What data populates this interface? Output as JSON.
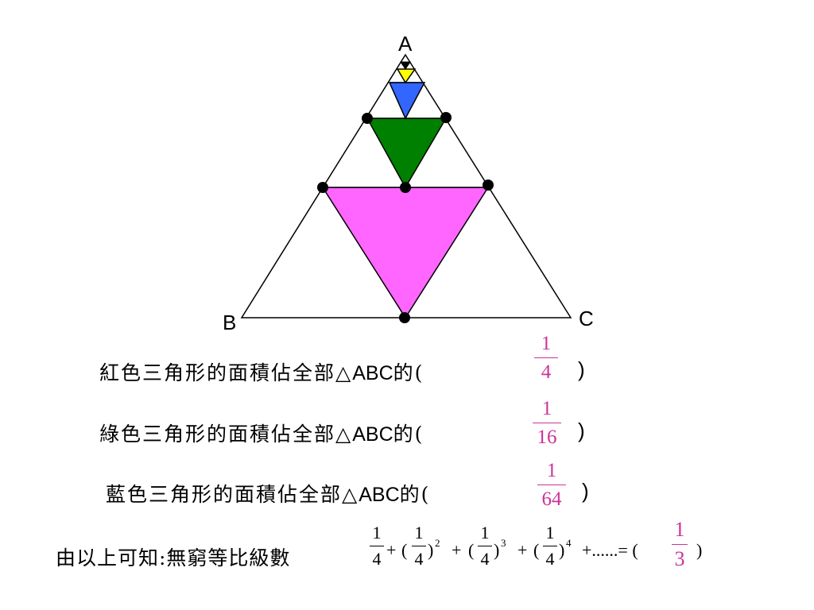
{
  "vertices": {
    "a": "A",
    "b": "B",
    "c": "C"
  },
  "colors": {
    "outline": "#000000",
    "pink": "#ff66ff",
    "green": "#008000",
    "blue": "#3366ff",
    "yellow": "#ffff00",
    "answer": "#cc3399"
  },
  "statements": [
    {
      "text": "紅色三角形的面積佔全部",
      "tri": "△",
      "abc": "ABC",
      "suffix": "的(",
      "close": ")",
      "num": "1",
      "den": "4"
    },
    {
      "text": "綠色三角形的面積佔全部",
      "tri": "△",
      "abc": "ABC",
      "suffix": "的(",
      "close": ")",
      "num": "1",
      "den": "16"
    },
    {
      "text": "藍色三角形的面積佔全部",
      "tri": "△",
      "abc": "ABC",
      "suffix": "的(",
      "close": ")",
      "num": "1",
      "den": "64"
    }
  ],
  "conclusion": {
    "text": "由以上可知:無窮等比級數",
    "term_num": "1",
    "term_den": "4",
    "plus": "+",
    "open": "(",
    "close": ")",
    "exp2": "2",
    "exp3": "3",
    "exp4": "4",
    "tail": "+......= (",
    "end_paren": ")",
    "answer_num": "1",
    "answer_den": "3"
  }
}
